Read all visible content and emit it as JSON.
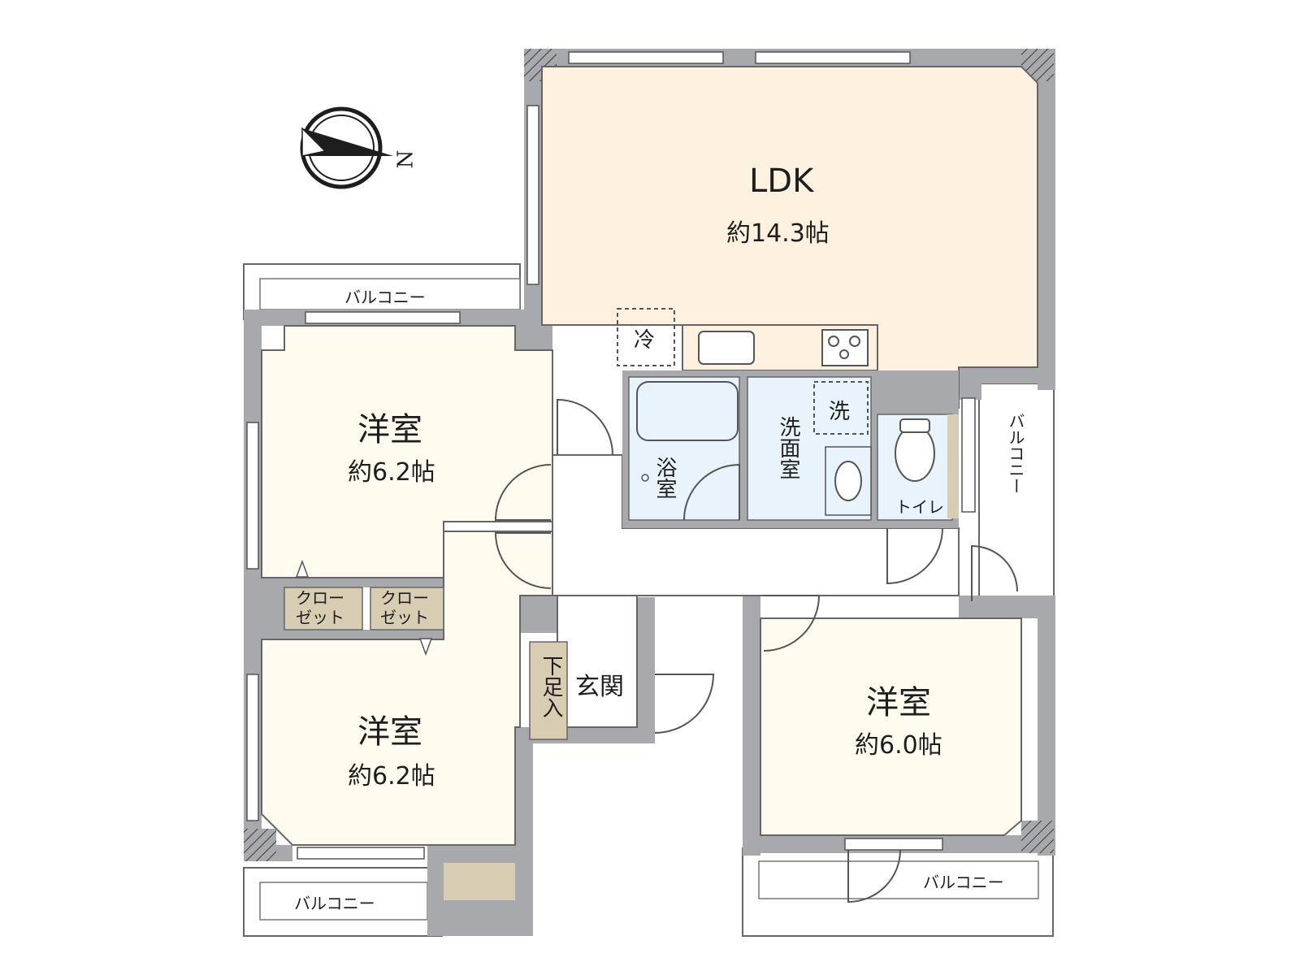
{
  "compass": {
    "north_label": "N"
  },
  "rooms": {
    "ldk": {
      "name": "LDK",
      "area": "約14.3帖"
    },
    "western_top_left": {
      "name": "洋室",
      "area": "約6.2帖"
    },
    "western_bottom_left": {
      "name": "洋室",
      "area": "約6.2帖"
    },
    "western_right": {
      "name": "洋室",
      "area": "約6.0帖"
    },
    "bath": {
      "name": "浴室"
    },
    "washroom": {
      "name": "洗面室"
    },
    "toilet": {
      "name": "トイレ"
    },
    "entrance": {
      "name": "玄関"
    },
    "shoe_box": {
      "name": "下足入"
    }
  },
  "fixtures": {
    "refrigerator": "冷",
    "washing_machine": "洗",
    "closet_1": "クロー\nゼット",
    "closet_2": "クロー\nゼット"
  },
  "balconies": {
    "top_left": "バルコニー",
    "bottom_left": "バルコニー",
    "bottom_right": "バルコニー",
    "right": "バルコニー"
  },
  "colors": {
    "wall": "#a7a9ac",
    "ldk_floor": "#fff1e0",
    "western_floor": "#fffbef",
    "wet_area": "#e8f3fc",
    "storage": "#d8cdb3",
    "hatch": "#444444",
    "line": "#555555"
  }
}
